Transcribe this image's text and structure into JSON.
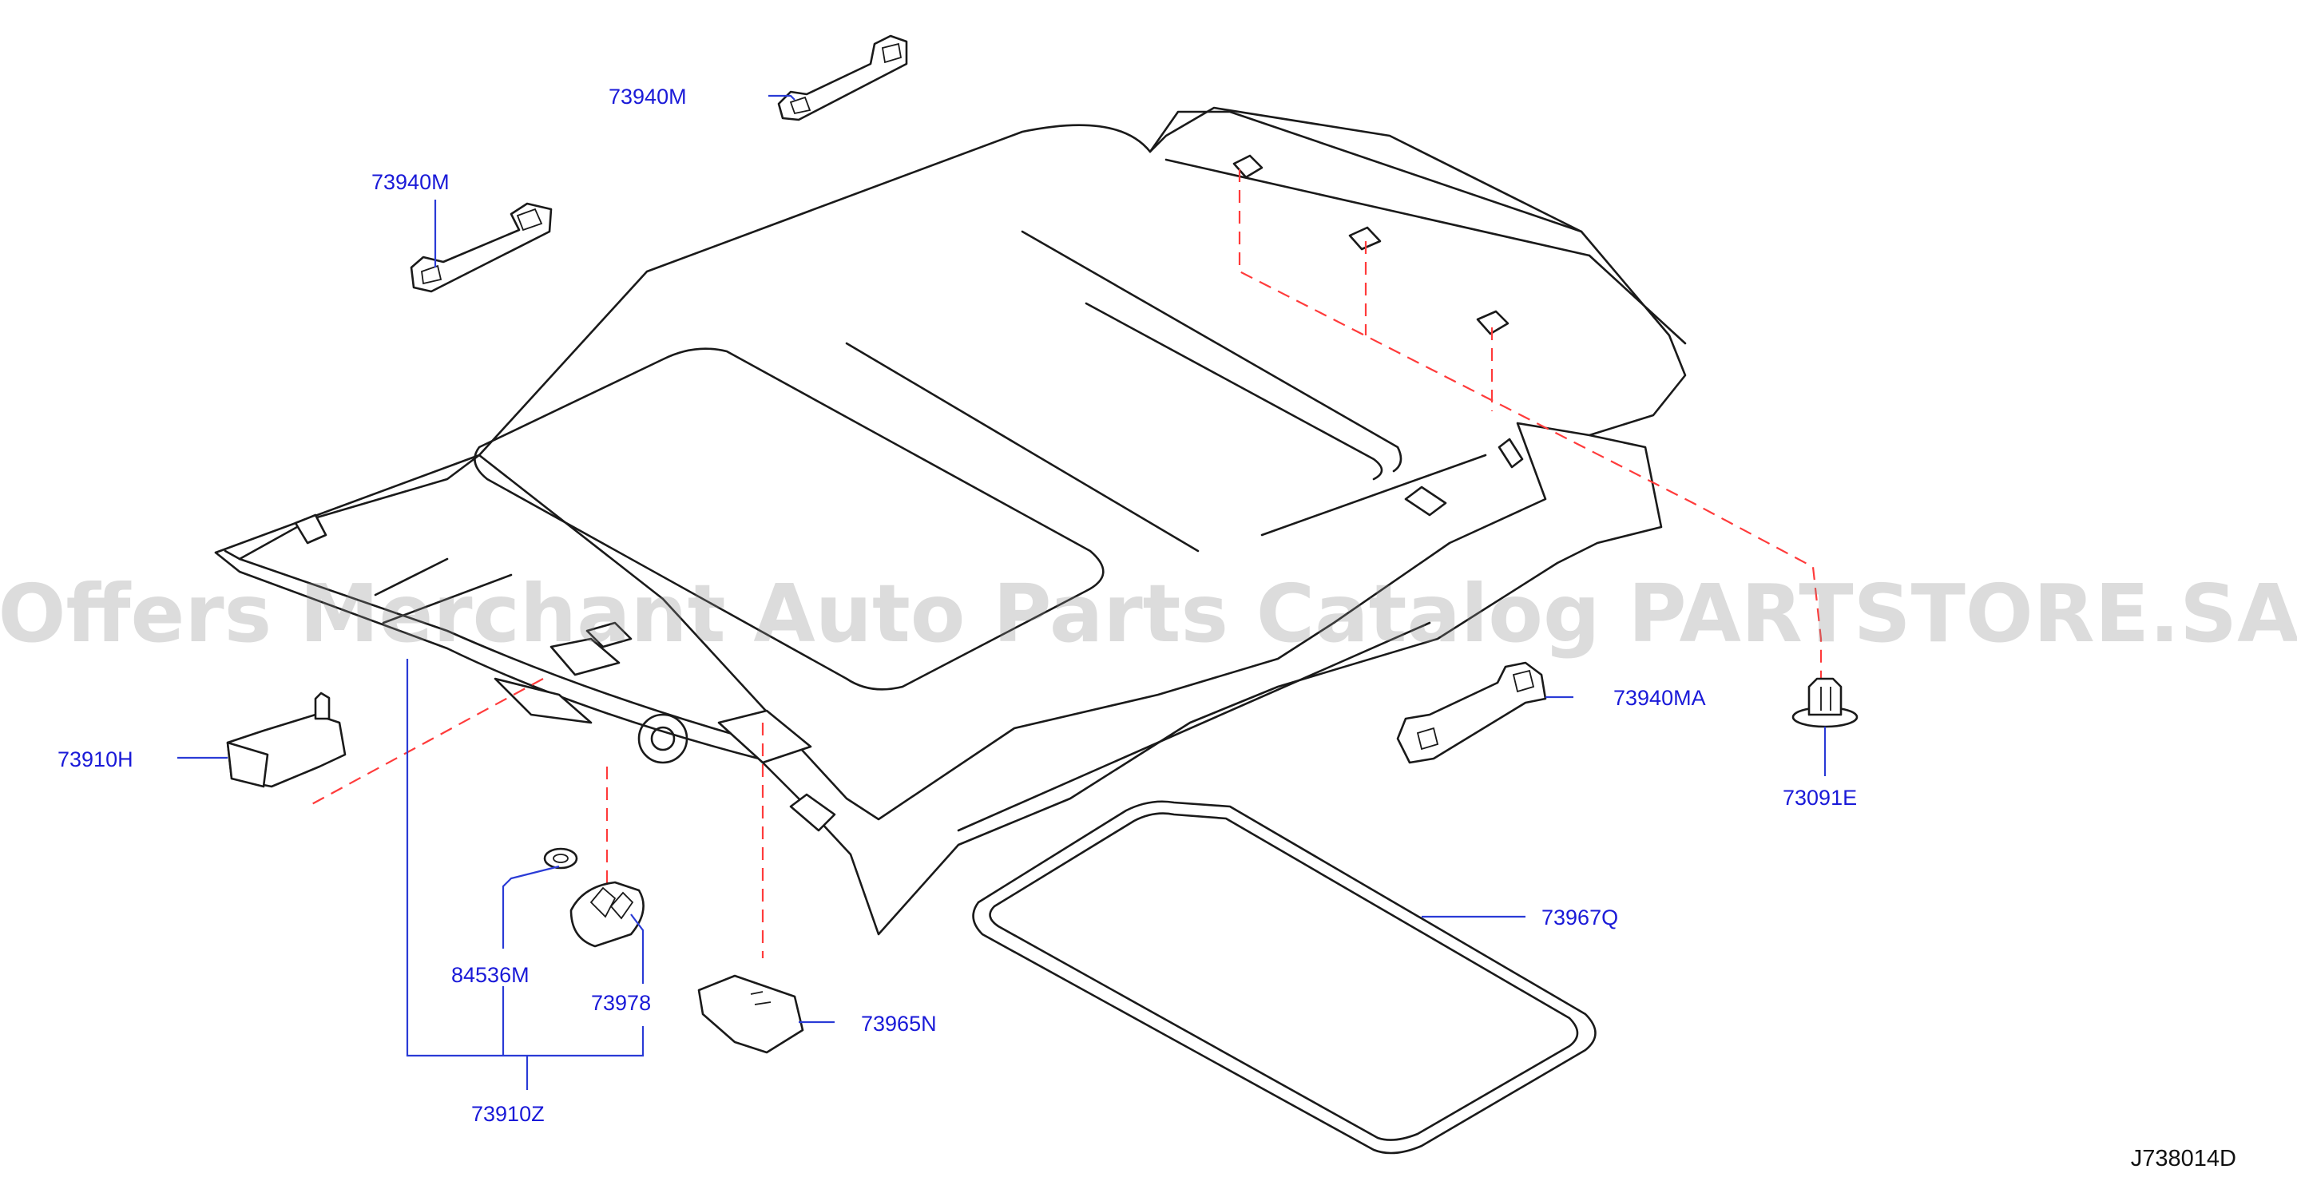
{
  "diagram": {
    "code": "J738014D",
    "watermark": "Offers Merchant Auto Parts Catalog PARTSTORE.SA"
  },
  "parts": [
    {
      "id": "grip-front-left",
      "label": "73940M",
      "icon": "assist-grip-handle-icon"
    },
    {
      "id": "grip-rear-left",
      "label": "73940M",
      "icon": "assist-grip-handle-icon"
    },
    {
      "id": "grip-right",
      "label": "73940MA",
      "icon": "assist-grip-handle-icon"
    },
    {
      "id": "clip",
      "label": "73091E",
      "icon": "push-clip-icon"
    },
    {
      "id": "sun-visor-holder",
      "label": "73910H",
      "icon": "visor-holder-icon"
    },
    {
      "id": "sunroof-weatherstrip",
      "label": "73967Q",
      "icon": "sunroof-seal-icon"
    },
    {
      "id": "washer",
      "label": "84536M",
      "icon": "washer-icon"
    },
    {
      "id": "holder",
      "label": "73978",
      "icon": "holder-icon"
    },
    {
      "id": "lamp-cover",
      "label": "73965N",
      "icon": "lamp-cover-icon"
    },
    {
      "id": "assembly",
      "label": "73910Z",
      "icon": "headlining-assembly-icon"
    }
  ]
}
